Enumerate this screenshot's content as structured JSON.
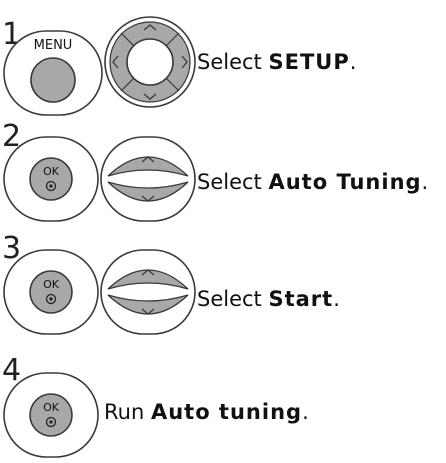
{
  "steps": [
    {
      "number": "1",
      "button_label": "MENU",
      "nav": "four-way",
      "text_prefix": "Select ",
      "text_bold": "SETUP",
      "text_suffix": "."
    },
    {
      "number": "2",
      "button_label": "OK",
      "nav": "up-down",
      "text_prefix": "Select ",
      "text_bold": "Auto Tuning",
      "text_suffix": "."
    },
    {
      "number": "3",
      "button_label": "OK",
      "nav": "up-down",
      "text_prefix": "Select ",
      "text_bold": "Start",
      "text_suffix": "."
    },
    {
      "number": "4",
      "button_label": "OK",
      "nav": "none",
      "text_prefix": "Run ",
      "text_bold": "Auto tuning",
      "text_suffix": "."
    }
  ],
  "icons": {
    "ok_symbol": "ok-dot-icon",
    "arrows": [
      "up-arrow-icon",
      "down-arrow-icon",
      "left-arrow-icon",
      "right-arrow-icon"
    ]
  },
  "colors": {
    "button_gray": "#a8a8a8",
    "stroke": "#3a3a3a",
    "outer": "#ffffff"
  }
}
